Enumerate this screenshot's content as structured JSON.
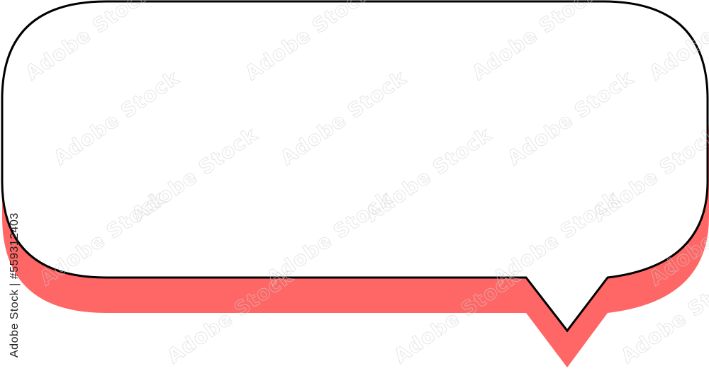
{
  "graphic": {
    "shape": "speech-bubble",
    "fill_color": "#ffffff",
    "outline_color": "#000000",
    "shadow_color": "#ff6666"
  },
  "watermark": {
    "text": "Adobe Stock",
    "stock_id_text": "Adobe Stock | #559312403"
  }
}
